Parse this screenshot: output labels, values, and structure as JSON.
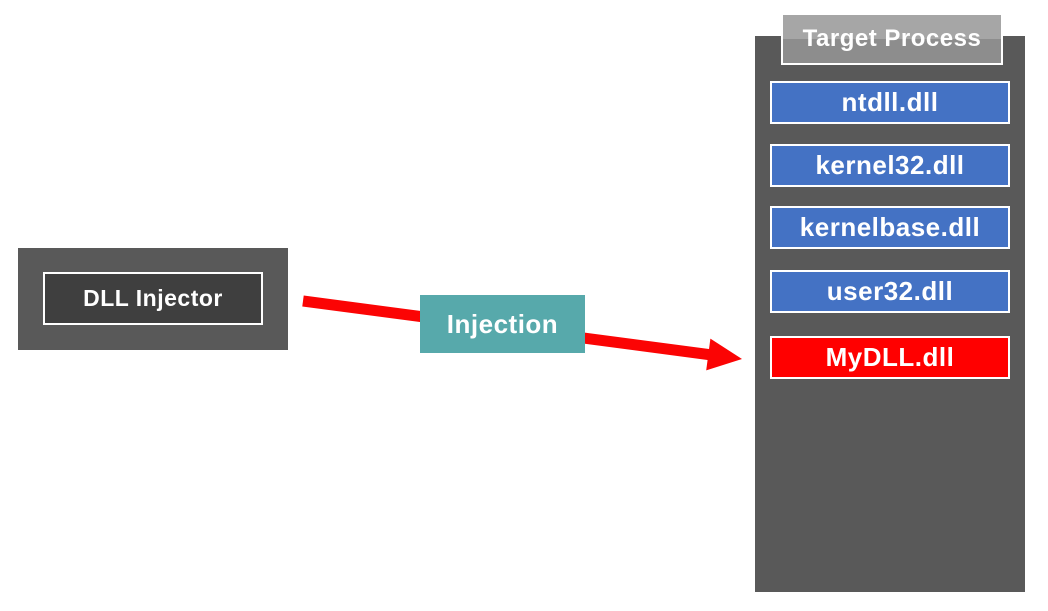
{
  "diagram": {
    "title_implicit": "DLL Injection diagram",
    "injector": {
      "label": "DLL Injector"
    },
    "arrow": {
      "label": "Injection",
      "direction": "left-to-right-downward"
    },
    "target": {
      "title": "Target Process",
      "modules": [
        {
          "label": "ntdll.dll",
          "color": "#4472C4",
          "highlight": false
        },
        {
          "label": "kernel32.dll",
          "color": "#4472C4",
          "highlight": false
        },
        {
          "label": "kernelbase.dll",
          "color": "#4472C4",
          "highlight": false
        },
        {
          "label": "user32.dll",
          "color": "#4472C4",
          "highlight": false
        },
        {
          "label": "MyDLL.dll",
          "color": "#FF0000",
          "highlight": true
        }
      ]
    },
    "colors": {
      "module_blue": "#4472C4",
      "injected_red": "#FF0000",
      "arrow_red": "#FB0404",
      "injection_teal": "#57A9AB",
      "column_gray": "#595959",
      "injector_outer_gray": "#595959",
      "injector_inner_gray": "#3F3F3F",
      "header_gray": "#A6A6A6",
      "text_white": "#FFFFFF",
      "background": "#FFFFFF"
    }
  }
}
